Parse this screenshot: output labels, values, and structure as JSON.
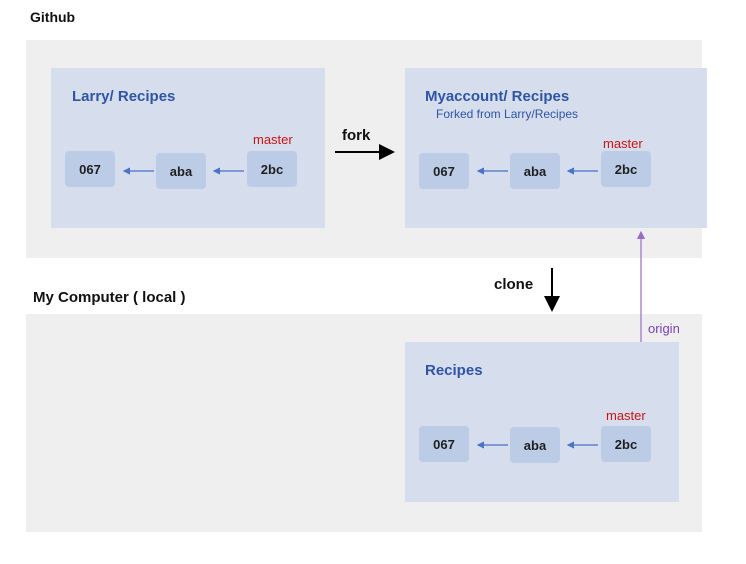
{
  "sections": {
    "github_label": "Github",
    "local_label": "My Computer ( local )"
  },
  "repos": {
    "larry": {
      "title": "Larry/ Recipes",
      "branch": "master",
      "commits": [
        "067",
        "aba",
        "2bc"
      ]
    },
    "myaccount": {
      "title": "Myaccount/ Recipes",
      "subtitle": "Forked from Larry/Recipes",
      "branch": "master",
      "commits": [
        "067",
        "aba",
        "2bc"
      ]
    },
    "local": {
      "title": "Recipes",
      "branch": "master",
      "commits": [
        "067",
        "aba",
        "2bc"
      ]
    }
  },
  "operations": {
    "fork": "fork",
    "clone": "clone",
    "origin": "origin"
  },
  "colors": {
    "band": "#efefef",
    "repo_box": "#d6ddec",
    "commit_box": "#bccbe6",
    "repo_title": "#2f55a4",
    "branch": "#c81414",
    "commit_arrow": "#4a73c9",
    "origin_arrow": "#9a6cc8"
  }
}
